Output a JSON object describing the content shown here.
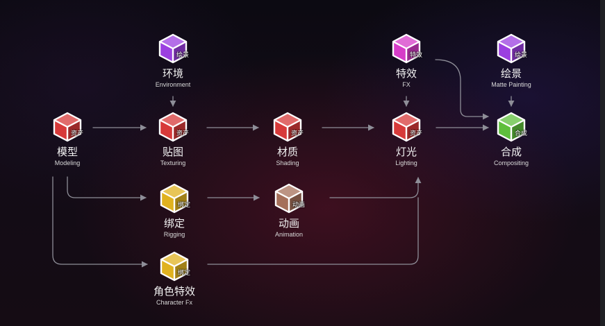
{
  "colors": {
    "red": "#d73a3a",
    "purple": "#9b3fe0",
    "magenta": "#d63cc8",
    "gold": "#e0b21f",
    "brown": "#a5705a",
    "green": "#5fbf3c",
    "connector": "#8e8e98"
  },
  "nodes": {
    "environment": {
      "title": "环境",
      "subtitle": "Environment",
      "badge": "绘景",
      "color": "purple"
    },
    "modeling": {
      "title": "模型",
      "subtitle": "Modeling",
      "badge": "资产",
      "color": "red"
    },
    "texturing": {
      "title": "贴图",
      "subtitle": "Texturing",
      "badge": "资产",
      "color": "red"
    },
    "shading": {
      "title": "材质",
      "subtitle": "Shading",
      "badge": "资产",
      "color": "red"
    },
    "fx": {
      "title": "特效",
      "subtitle": "FX",
      "badge": "特效",
      "color": "magenta"
    },
    "lighting": {
      "title": "灯光",
      "subtitle": "Lighting",
      "badge": "资产",
      "color": "red"
    },
    "matte_painting": {
      "title": "绘景",
      "subtitle": "Matte Painting",
      "badge": "绘景",
      "color": "purple"
    },
    "compositing": {
      "title": "合成",
      "subtitle": "Compositing",
      "badge": "合成",
      "color": "green"
    },
    "rigging": {
      "title": "绑定",
      "subtitle": "Rigging",
      "badge": "绑定",
      "color": "gold"
    },
    "animation": {
      "title": "动画",
      "subtitle": "Animation",
      "badge": "动画",
      "color": "brown"
    },
    "character_fx": {
      "title": "角色特效",
      "subtitle": "Character Fx",
      "badge": "绑定",
      "color": "gold"
    }
  },
  "connections": [
    {
      "from": "environment",
      "to": "texturing"
    },
    {
      "from": "modeling",
      "to": "texturing"
    },
    {
      "from": "texturing",
      "to": "shading"
    },
    {
      "from": "shading",
      "to": "lighting"
    },
    {
      "from": "fx",
      "to": "lighting"
    },
    {
      "from": "fx",
      "to": "compositing"
    },
    {
      "from": "matte_painting",
      "to": "compositing"
    },
    {
      "from": "lighting",
      "to": "compositing"
    },
    {
      "from": "modeling",
      "to": "rigging"
    },
    {
      "from": "rigging",
      "to": "animation"
    },
    {
      "from": "animation",
      "to": "lighting"
    },
    {
      "from": "modeling",
      "to": "character_fx"
    },
    {
      "from": "character_fx",
      "to": "lighting"
    }
  ]
}
